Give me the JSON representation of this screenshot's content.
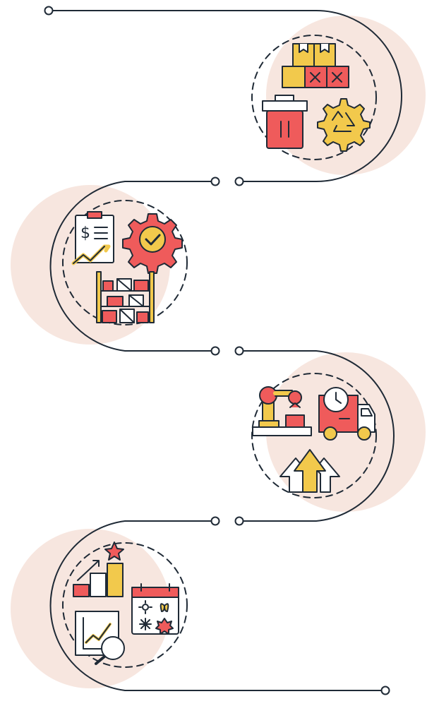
{
  "diagram": {
    "type": "timeline-infographic",
    "stage_count": 4,
    "colors": {
      "line": "#1f2a36",
      "blob": "#f7e6df",
      "red": "#ef5b5b",
      "yellow": "#f2c94c",
      "white": "#ffffff"
    },
    "stages": [
      {
        "side": "right",
        "icons": [
          "stacked-boxes-icon",
          "trash-bin-icon",
          "recycle-gear-icon"
        ]
      },
      {
        "side": "left",
        "icons": [
          "cost-clipboard-icon",
          "checkmark-gear-icon",
          "warehouse-shelf-icon"
        ]
      },
      {
        "side": "right",
        "icons": [
          "robotic-arm-icon",
          "delivery-truck-icon",
          "growth-arrows-icon"
        ]
      },
      {
        "side": "left",
        "icons": [
          "star-bar-chart-icon",
          "seasonal-calendar-icon",
          "trend-analysis-icon"
        ]
      }
    ]
  }
}
